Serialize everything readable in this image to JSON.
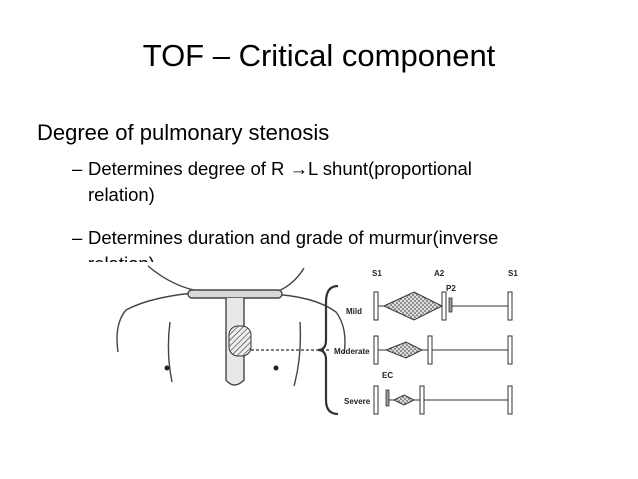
{
  "slide": {
    "title": "TOF – Critical component",
    "bullet": "Degree of pulmonary stenosis",
    "sub_bullets": [
      {
        "dash": "–",
        "line1": "Determines degree of R →L shunt(proportional",
        "line2": "relation)"
      },
      {
        "dash": "–",
        "line1": "Determines duration and grade of murmur(inverse",
        "line2": "relation)"
      }
    ]
  },
  "figure": {
    "top_labels": [
      "S1",
      "A2",
      "S1"
    ],
    "p2_label": "P2",
    "ec_label": "EC",
    "rows": [
      "Mild",
      "Moderate",
      "Severe"
    ]
  }
}
